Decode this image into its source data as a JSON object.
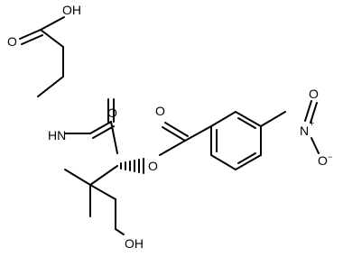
{
  "molecule": {
    "atoms": {
      "oh_acid": "OH",
      "o_acid_carbonyl": "O",
      "nh": "HN",
      "o_amide": "O",
      "o_ester_carbonyl": "O",
      "o_ester": "O",
      "n_nitro": "N",
      "n_plus": "+",
      "o_nitro_top": "O",
      "o_nitro_bottom": "O",
      "o_minus": "−",
      "oh_alcohol": "OH"
    }
  },
  "colors": {
    "bond": "#000000",
    "text": "#000000",
    "background": "#ffffff"
  }
}
